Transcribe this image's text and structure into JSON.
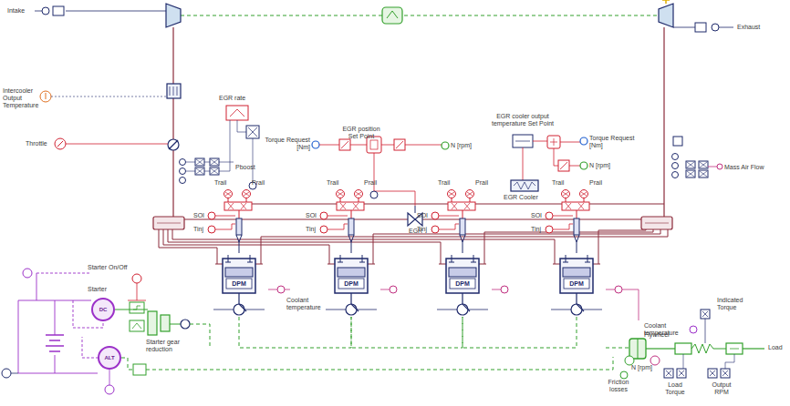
{
  "diagram": {
    "nodes": [
      {
        "text": [
          "DC"
        ]
      },
      {
        "text": [
          "DPM"
        ]
      },
      {
        "text": [
          "DPM"
        ]
      },
      {
        "text": [
          "DPM"
        ]
      },
      {
        "text": [
          "DPM"
        ]
      },
      {
        "text": [
          "ALT"
        ]
      }
    ],
    "edges": [
      {
        "from": 1,
        "to": 2,
        "arrow": "none"
      },
      {
        "from": 2,
        "to": 3,
        "arrow": "none"
      },
      {
        "from": 3,
        "to": 4,
        "arrow": "none"
      }
    ],
    "labels": [
      "Intake",
      "Exhaust",
      "Intercooler Output Temperature",
      "Throttle",
      "EGR rate",
      "Pboost",
      "Torque Request [Nm]",
      "EGR position Set Point",
      "N [rpm]",
      "EGR",
      "EGR cooler output temperature Set Point",
      "Torque Request [Nm]",
      "N [rpm]",
      "EGR Cooler",
      "Mass Air Flow",
      "Trail",
      "Prail",
      "Trail",
      "Prail",
      "Trail",
      "Prail",
      "Trail",
      "Prail",
      "SOI",
      "Tinj",
      "SOI",
      "Tinj",
      "SOI",
      "Tinj",
      "SOI",
      "Tinj",
      "Starter On/Off",
      "Starter",
      "Starter gear reduction",
      "Coolant temperature",
      "Coolant temperature",
      "Indicated Torque",
      "Flywheel",
      "Friction losses",
      "N [rpm]",
      "Load",
      "Load Torque",
      "Output RPM"
    ]
  }
}
